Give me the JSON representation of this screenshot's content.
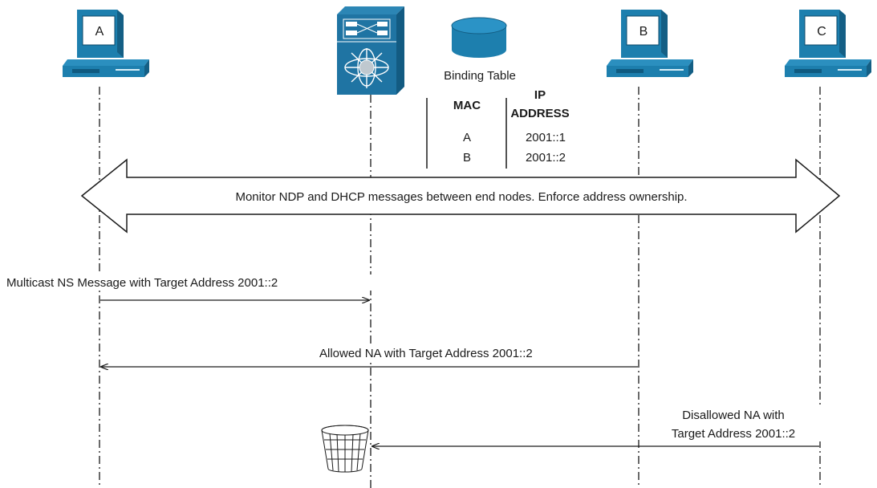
{
  "nodes": {
    "a_label": "A",
    "b_label": "B",
    "c_label": "C"
  },
  "binding_table": {
    "title": "Binding Table",
    "col_mac": "MAC",
    "col_ip_line1": "IP",
    "col_ip_line2": "ADDRESS",
    "rows": [
      {
        "mac": "A",
        "ip": "2001::1"
      },
      {
        "mac": "B",
        "ip": "2001::2"
      }
    ]
  },
  "banner": {
    "text": "Monitor NDP and DHCP messages between end nodes. Enforce address ownership."
  },
  "messages": {
    "ns_text": "Multicast NS Message with Target Address 2001::2",
    "allowed_text": "Allowed NA with Target Address 2001::2",
    "disallowed_line1": "Disallowed NA with",
    "disallowed_line2": "Target Address 2001::2"
  },
  "colors": {
    "device_fill": "#1d7fae",
    "device_dark": "#145f85",
    "switch_fill": "#1f74a3",
    "line": "#1a1a1a"
  },
  "icons": [
    "computer-icon",
    "switch-icon",
    "database-icon",
    "trash-bin-icon"
  ]
}
